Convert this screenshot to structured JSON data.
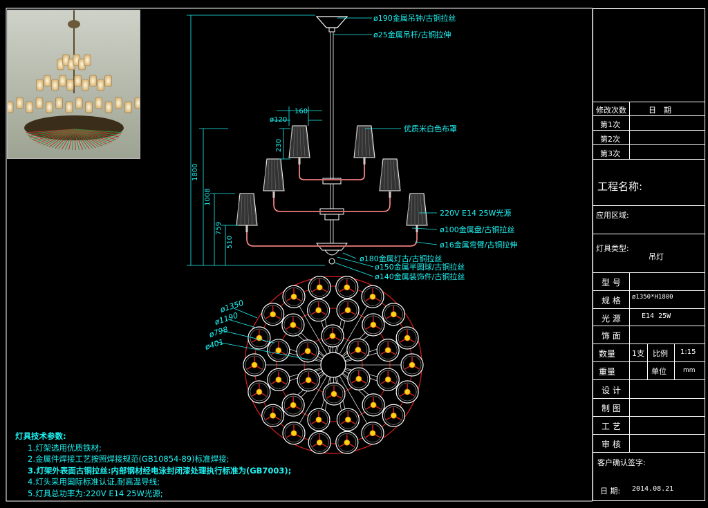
{
  "photo": {
    "alt": ""
  },
  "dimensions": {
    "d1800": "1800",
    "d1008": "1008",
    "d759": "759",
    "d510": "510",
    "d230": "230",
    "d160": "160",
    "d120": "ø120"
  },
  "callouts": [
    "ø190金属吊钟/古铜拉丝",
    "ø25金属吊杆/古铜拉伸",
    "优质米白色布罩",
    "220V E14 25W光源",
    "ø100金属盘/古铜拉丝",
    "ø16金属弯臂/古铜拉伸",
    "ø180金属灯古/古铜拉丝",
    "ø150金属半圆球/古铜拉丝",
    "ø140金属装饰件/古铜拉丝"
  ],
  "plan_diameters": [
    "ø1350",
    "ø1190",
    "ø798",
    "ø401"
  ],
  "notes": {
    "title": "灯具技术参数:",
    "items": [
      "1.灯架选用优质铁材;",
      "2.金属件焊接工艺按照焊接规范(GB10854-89)标准焊接;",
      "3.灯架外表面古铜拉丝:内部钢材经电泳封闭漆处理执行标准为(GB7003);",
      "4.灯头采用国际标准认证,耐高温导线;",
      "5.灯具总功率为:220V   E14 25W光源;"
    ]
  },
  "title_block": {
    "rev_label": "修改次数",
    "date_label": "日　期",
    "rev1": "第1次",
    "rev2": "第2次",
    "rev3": "第3次",
    "project_label": "工程名称:",
    "area_label": "应用区域:",
    "type_label": "灯具类型:",
    "type_value": "吊灯",
    "model_label": "型 号",
    "spec_label": "规 格",
    "spec_value": "ø1350*H1800",
    "light_label": "光 源",
    "light_value": "E14 25W",
    "finish_label": "饰 面",
    "qty_label": "数量",
    "qty_value": "1支",
    "scale_label": "比例",
    "scale_value": "1:15",
    "weight_label": "重量",
    "unit_label": "单位",
    "unit_value": "mm",
    "design_label": "设 计",
    "draw_label": "制 图",
    "craft_label": "工 艺",
    "review_label": "审 核",
    "client_label": "客户确认签字:",
    "date_footer_label": "日 期:",
    "date_footer_value": "2014.08.21"
  },
  "colors": {
    "dim": "#1ff4f4",
    "frame": "#ffffff",
    "red": "#e02020",
    "arm": "#c0c0c0",
    "yellow": "#ffd21a"
  }
}
